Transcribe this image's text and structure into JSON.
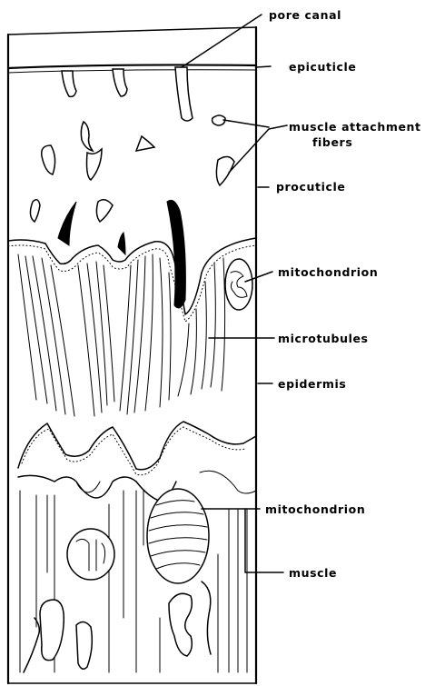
{
  "labels": {
    "pore_canal": "pore canal",
    "epicuticle": "epicuticle",
    "muscle_attachment_line1": "muscle attachment",
    "muscle_attachment_line2": "fibers",
    "procuticle": "procuticle",
    "mitochondrion_upper": "mitochondrion",
    "microtubules": "microtubules",
    "epidermis": "epidermis",
    "mitochondrion_lower": "mitochondrion",
    "muscle": "muscle"
  }
}
